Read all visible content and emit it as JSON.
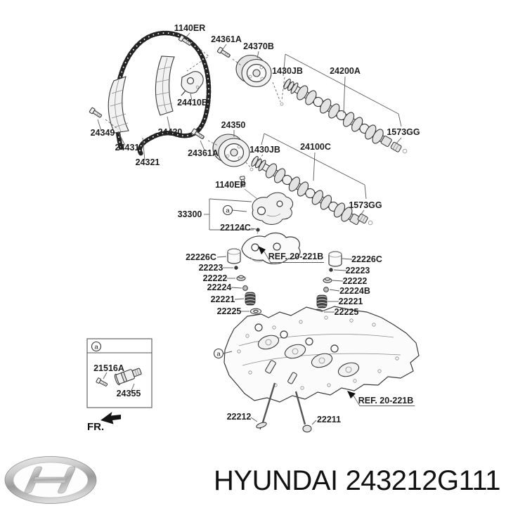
{
  "footer": {
    "brand": "HYUNDAI",
    "part_number": "243212G111"
  },
  "diagram": {
    "fr_label": "FR.",
    "callout_label": "a",
    "labels": [
      {
        "id": "1140ER",
        "text": "1140ER"
      },
      {
        "id": "24361A-upper",
        "text": "24361A"
      },
      {
        "id": "24370B",
        "text": "24370B"
      },
      {
        "id": "1430JB-upper",
        "text": "1430JB"
      },
      {
        "id": "24200A",
        "text": "24200A"
      },
      {
        "id": "1573GG-upper",
        "text": "1573GG"
      },
      {
        "id": "24410B",
        "text": "24410B"
      },
      {
        "id": "24349",
        "text": "24349"
      },
      {
        "id": "24431",
        "text": "24431"
      },
      {
        "id": "24321",
        "text": "24321"
      },
      {
        "id": "24420",
        "text": "24420"
      },
      {
        "id": "24361A-lower",
        "text": "24361A"
      },
      {
        "id": "24350",
        "text": "24350"
      },
      {
        "id": "1430JB-lower",
        "text": "1430JB"
      },
      {
        "id": "24100C",
        "text": "24100C"
      },
      {
        "id": "1573GG-lower",
        "text": "1573GG"
      },
      {
        "id": "1140EP",
        "text": "1140EP"
      },
      {
        "id": "33300",
        "text": "33300"
      },
      {
        "id": "22124C",
        "text": "22124C"
      },
      {
        "id": "22226C-left",
        "text": "22226C"
      },
      {
        "id": "22223-left",
        "text": "22223"
      },
      {
        "id": "22222-left",
        "text": "22222"
      },
      {
        "id": "22224",
        "text": "22224"
      },
      {
        "id": "22221-left",
        "text": "22221"
      },
      {
        "id": "22225-left",
        "text": "22225"
      },
      {
        "id": "ref-upper",
        "text": "REF. 20-221B"
      },
      {
        "id": "22226C-right",
        "text": "22226C"
      },
      {
        "id": "22223-right",
        "text": "22223"
      },
      {
        "id": "22222-right",
        "text": "22222"
      },
      {
        "id": "22224B",
        "text": "22224B"
      },
      {
        "id": "22221-right",
        "text": "22221"
      },
      {
        "id": "22225-right",
        "text": "22225"
      },
      {
        "id": "22212",
        "text": "22212"
      },
      {
        "id": "22211",
        "text": "22211"
      },
      {
        "id": "ref-lower",
        "text": "REF. 20-221B"
      },
      {
        "id": "21516A",
        "text": "21516A"
      },
      {
        "id": "24355",
        "text": "24355"
      }
    ]
  },
  "colors": {
    "background": "#ffffff",
    "line_art": "#3a3a3a",
    "label_text": "#1f1f1f",
    "chain": "#232323",
    "footer_text": "#121212",
    "logo_silver": "#b9b9b9"
  }
}
